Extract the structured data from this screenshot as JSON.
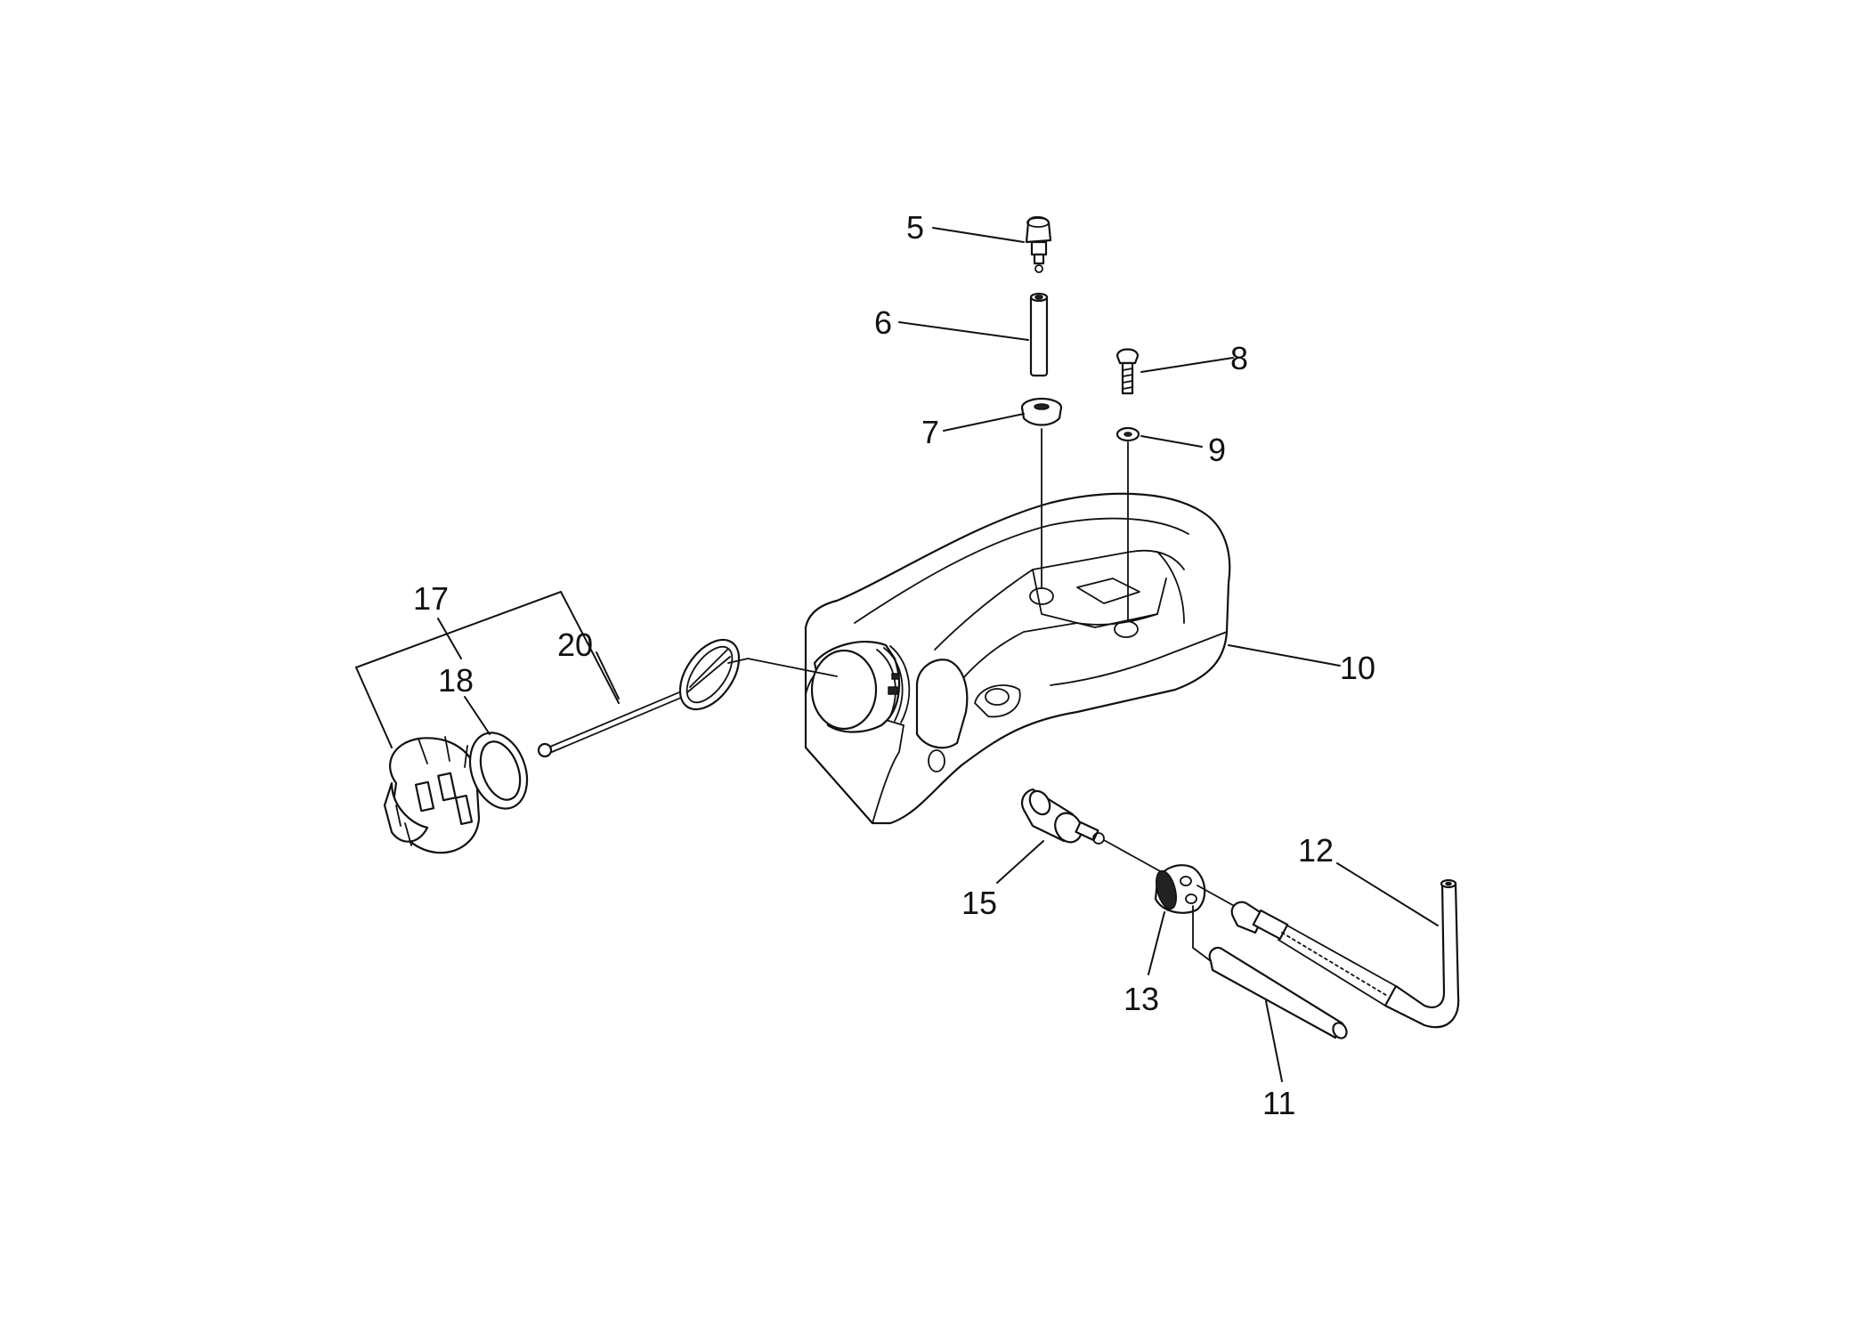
{
  "callouts": {
    "c5": "5",
    "c6": "6",
    "c7": "7",
    "c8": "8",
    "c9": "9",
    "c10": "10",
    "c11": "11",
    "c12": "12",
    "c13": "13",
    "c15": "15",
    "c17": "17",
    "c18": "18",
    "c20": "20"
  },
  "colors": {
    "line": "#111111",
    "background": "#ffffff"
  }
}
